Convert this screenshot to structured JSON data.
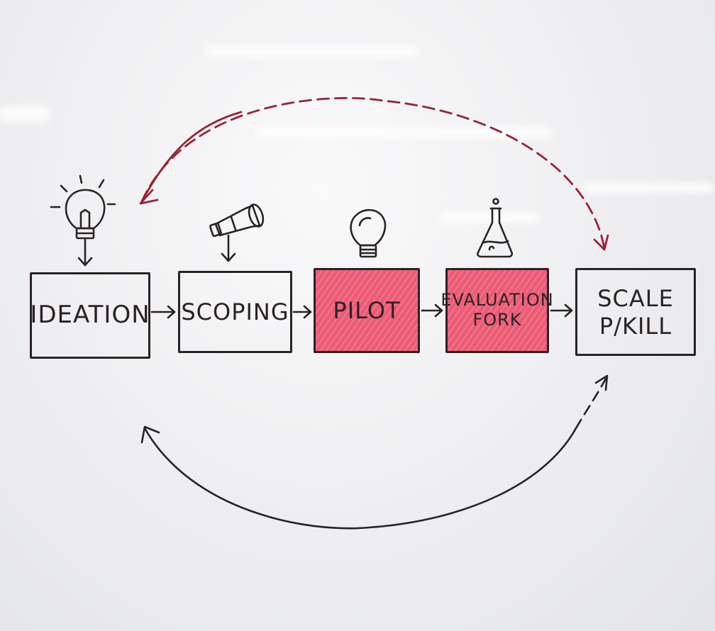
{
  "diagram": {
    "nodes": [
      {
        "id": "ideation",
        "lines": [
          "IDEATION"
        ],
        "icon": "lightbulb-icon",
        "highlighted": false
      },
      {
        "id": "scoping",
        "lines": [
          "SCOPING"
        ],
        "icon": "megaphone-icon",
        "highlighted": false
      },
      {
        "id": "pilot",
        "lines": [
          "PILOT"
        ],
        "icon": "lightbulb-outline-icon",
        "highlighted": true
      },
      {
        "id": "evaluation",
        "lines": [
          "EVALUATION",
          "FORK"
        ],
        "icon": "flask-icon",
        "highlighted": true
      },
      {
        "id": "scale",
        "lines": [
          "SCALE",
          "P/KILL"
        ],
        "icon": "",
        "highlighted": false
      }
    ],
    "edges": [
      {
        "from": "ideation",
        "to": "scoping",
        "style": "solid"
      },
      {
        "from": "scoping",
        "to": "pilot",
        "style": "solid"
      },
      {
        "from": "pilot",
        "to": "evaluation",
        "style": "solid"
      },
      {
        "from": "evaluation",
        "to": "scale",
        "style": "solid"
      },
      {
        "from": "scale",
        "to": "ideation",
        "style": "dashed",
        "color": "#9a2336"
      },
      {
        "from": "ideation",
        "to": "scale",
        "style": "solid",
        "color": "#2a2326"
      }
    ],
    "colors": {
      "ink": "#2a2326",
      "highlight_fill": "#ec5b75",
      "loop_accent": "#9a2336"
    }
  }
}
